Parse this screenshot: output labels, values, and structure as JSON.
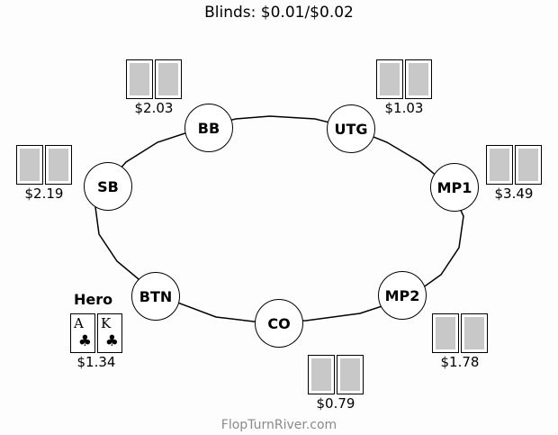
{
  "header": {
    "blinds": "Blinds: $0.01/$0.02"
  },
  "footer": {
    "site": "FlopTurnRiver.com"
  },
  "seats": [
    {
      "name": "BB",
      "stack": "$2.03"
    },
    {
      "name": "UTG",
      "stack": "$1.03"
    },
    {
      "name": "MP1",
      "stack": "$3.49"
    },
    {
      "name": "MP2",
      "stack": "$1.78"
    },
    {
      "name": "CO",
      "stack": "$0.79"
    },
    {
      "name": "BTN",
      "stack": "$1.34"
    },
    {
      "name": "SB",
      "stack": "$2.19"
    }
  ],
  "hero": {
    "label": "Hero",
    "cards": [
      {
        "rank": "A",
        "suit": "♣"
      },
      {
        "rank": "K",
        "suit": "♣"
      }
    ]
  },
  "colors": {
    "card_back": "#c8c8c8",
    "footer_text": "#8a8a8a"
  }
}
